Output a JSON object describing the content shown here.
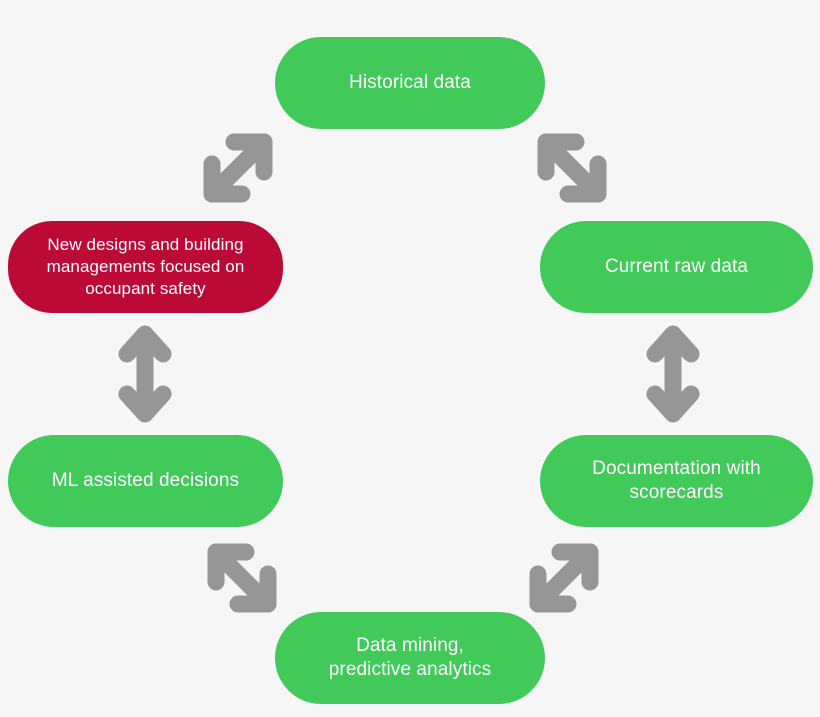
{
  "diagram": {
    "type": "cycle-diagram",
    "background_color": "#f6f6f6",
    "colors": {
      "node_green": "#41c95a",
      "node_red": "#bb0a36",
      "arrow_gray": "#969696",
      "label_text": "#ffffff"
    },
    "nodes": [
      {
        "id": "historical-data",
        "label": "Historical data",
        "color": "#41c95a",
        "position": "top"
      },
      {
        "id": "current-raw-data",
        "label": "Current raw data",
        "color": "#41c95a",
        "position": "right-upper"
      },
      {
        "id": "documentation-scorecards",
        "label": "Documentation with\nscorecards",
        "color": "#41c95a",
        "position": "right-lower"
      },
      {
        "id": "data-mining",
        "label": "Data mining,\npredictive analytics",
        "color": "#41c95a",
        "position": "bottom"
      },
      {
        "id": "ml-assisted-decisions",
        "label": "ML assisted decisions",
        "color": "#41c95a",
        "position": "left-lower"
      },
      {
        "id": "new-designs",
        "label": "New designs and building\nmanagements  focused on\noccupant safety",
        "color": "#bb0a36",
        "position": "left-upper"
      }
    ],
    "arrows": [
      {
        "id": "newdesigns-historical",
        "icon": "double-arrow-diagonal-ne-icon",
        "from": "new-designs",
        "to": "historical-data",
        "direction": "bidirectional"
      },
      {
        "id": "historical-currentraw",
        "icon": "double-arrow-diagonal-se-icon",
        "from": "historical-data",
        "to": "current-raw-data",
        "direction": "bidirectional"
      },
      {
        "id": "currentraw-documentation",
        "icon": "double-arrow-vertical-icon",
        "from": "current-raw-data",
        "to": "documentation-scorecards",
        "direction": "bidirectional"
      },
      {
        "id": "documentation-datamining",
        "icon": "double-arrow-diagonal-ne-icon",
        "from": "documentation-scorecards",
        "to": "data-mining",
        "direction": "bidirectional"
      },
      {
        "id": "datamining-ml",
        "icon": "double-arrow-diagonal-se-icon",
        "from": "data-mining",
        "to": "ml-assisted-decisions",
        "direction": "bidirectional"
      },
      {
        "id": "ml-newdesigns",
        "icon": "double-arrow-vertical-icon",
        "from": "ml-assisted-decisions",
        "to": "new-designs",
        "direction": "bidirectional"
      }
    ]
  }
}
